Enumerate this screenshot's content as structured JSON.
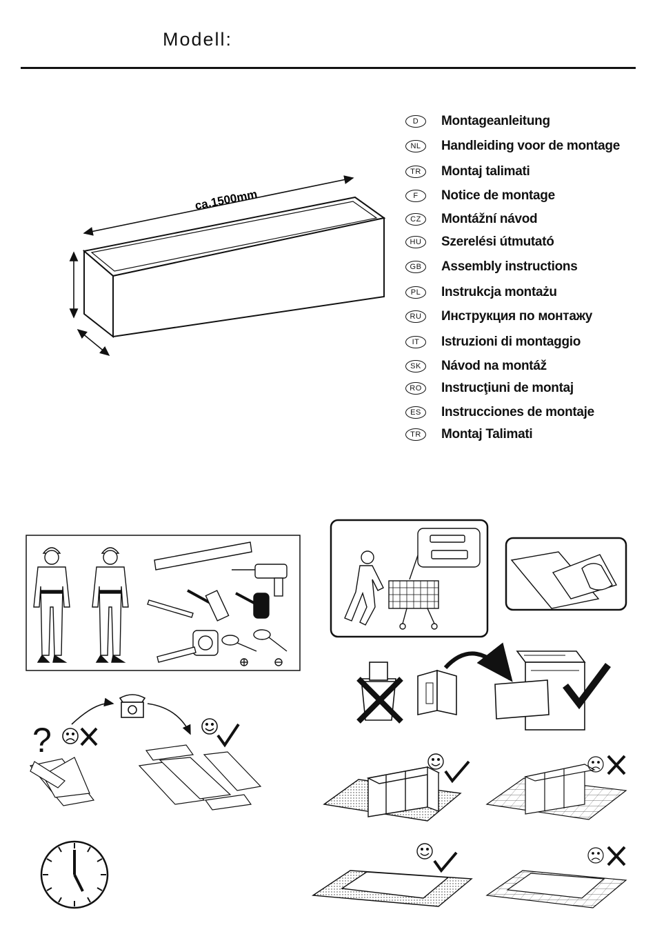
{
  "header": {
    "title": "Modell:"
  },
  "dimension": {
    "width_label": "ca.1500mm"
  },
  "languages": [
    {
      "code": "D",
      "label": "Montageanleitung"
    },
    {
      "code": "NL",
      "label": "Handleiding voor de montage"
    },
    {
      "code": "TR",
      "label": "Montaj talimati"
    },
    {
      "code": "F",
      "label": "Notice de montage"
    },
    {
      "code": "CZ",
      "label": "Montážní návod"
    },
    {
      "code": "HU",
      "label": "Szerelési útmutató"
    },
    {
      "code": "GB",
      "label": "Assembly instructions"
    },
    {
      "code": "PL",
      "label": "Instrukcja montażu"
    },
    {
      "code": "RU",
      "label": "Инструкция по монтажу"
    },
    {
      "code": "IT",
      "label": "Istruzioni di montaggio"
    },
    {
      "code": "SK",
      "label": "Návod na montáž"
    },
    {
      "code": "RO",
      "label": "Instrucţiuni de montaj"
    },
    {
      "code": "ES",
      "label": "Instrucciones de montaje"
    },
    {
      "code": "TR",
      "label": "Montaj Talimati"
    }
  ],
  "colors": {
    "ink": "#111111",
    "paper": "#ffffff"
  },
  "icons": [
    "two-workers-icon",
    "spirit-level-icon",
    "drill-icon",
    "hammer-icon",
    "mallet-icon",
    "pencil-icon",
    "tape-measure-icon",
    "screwdriver-icon",
    "shopping-cart-icon",
    "screws-dowels-icon",
    "cleaning-cloth-icon",
    "trash-bin-icon",
    "filing-cabinet-icon",
    "telephone-icon",
    "clock-icon",
    "happy-face-icon",
    "sad-face-icon",
    "check-mark-icon",
    "cross-mark-icon",
    "question-mark-icon"
  ]
}
